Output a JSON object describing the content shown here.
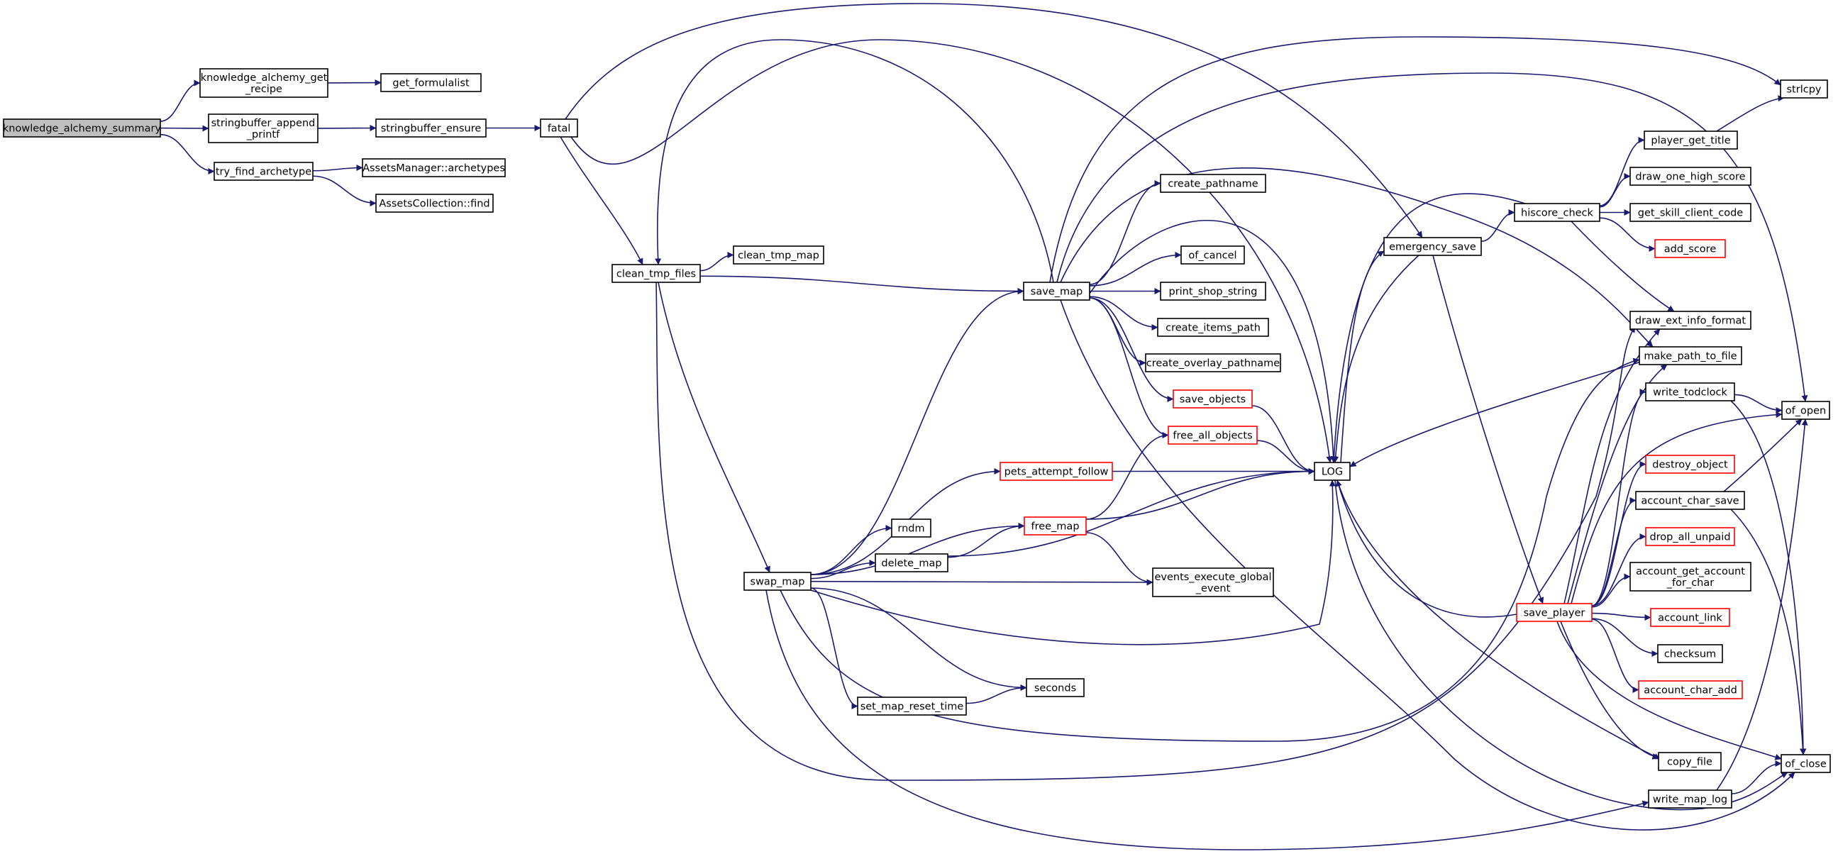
{
  "diagram": {
    "type": "call-graph",
    "colors": {
      "node_border": "#000000",
      "node_border_truncated": "#ff0000",
      "root_fill": "#bfbfbf",
      "edge": "#191970",
      "background": "#ffffff"
    },
    "nodes": [
      {
        "id": "knowledge_alchemy_summary",
        "lines": [
          "knowledge_alchemy_summary"
        ],
        "root": true
      },
      {
        "id": "knowledge_alchemy_get_recipe",
        "lines": [
          "knowledge_alchemy_get",
          "_recipe"
        ]
      },
      {
        "id": "get_formulalist",
        "lines": [
          "get_formulalist"
        ]
      },
      {
        "id": "stringbuffer_append_printf",
        "lines": [
          "stringbuffer_append",
          "_printf"
        ]
      },
      {
        "id": "stringbuffer_ensure",
        "lines": [
          "stringbuffer_ensure"
        ]
      },
      {
        "id": "fatal",
        "lines": [
          "fatal"
        ]
      },
      {
        "id": "try_find_archetype",
        "lines": [
          "try_find_archetype"
        ]
      },
      {
        "id": "AssetsManager::archetypes",
        "lines": [
          "AssetsManager::archetypes"
        ]
      },
      {
        "id": "AssetsCollection::find",
        "lines": [
          "AssetsCollection::find"
        ]
      },
      {
        "id": "clean_tmp_files",
        "lines": [
          "clean_tmp_files"
        ]
      },
      {
        "id": "clean_tmp_map",
        "lines": [
          "clean_tmp_map"
        ]
      },
      {
        "id": "swap_map",
        "lines": [
          "swap_map"
        ]
      },
      {
        "id": "save_map",
        "lines": [
          "save_map"
        ]
      },
      {
        "id": "create_pathname",
        "lines": [
          "create_pathname"
        ]
      },
      {
        "id": "of_cancel",
        "lines": [
          "of_cancel"
        ]
      },
      {
        "id": "print_shop_string",
        "lines": [
          "print_shop_string"
        ]
      },
      {
        "id": "create_items_path",
        "lines": [
          "create_items_path"
        ]
      },
      {
        "id": "create_overlay_pathname",
        "lines": [
          "create_overlay_pathname"
        ]
      },
      {
        "id": "save_objects",
        "lines": [
          "save_objects"
        ],
        "truncated": true
      },
      {
        "id": "free_all_objects",
        "lines": [
          "free_all_objects"
        ],
        "truncated": true
      },
      {
        "id": "pets_attempt_follow",
        "lines": [
          "pets_attempt_follow"
        ],
        "truncated": true
      },
      {
        "id": "rndm",
        "lines": [
          "rndm"
        ]
      },
      {
        "id": "free_map",
        "lines": [
          "free_map"
        ],
        "truncated": true
      },
      {
        "id": "delete_map",
        "lines": [
          "delete_map"
        ]
      },
      {
        "id": "events_execute_global_event",
        "lines": [
          "events_execute_global",
          "_event"
        ]
      },
      {
        "id": "seconds",
        "lines": [
          "seconds"
        ]
      },
      {
        "id": "set_map_reset_time",
        "lines": [
          "set_map_reset_time"
        ]
      },
      {
        "id": "LOG",
        "lines": [
          "LOG"
        ]
      },
      {
        "id": "emergency_save",
        "lines": [
          "emergency_save"
        ]
      },
      {
        "id": "hiscore_check",
        "lines": [
          "hiscore_check"
        ]
      },
      {
        "id": "save_player",
        "lines": [
          "save_player"
        ],
        "truncated": true
      },
      {
        "id": "strlcpy",
        "lines": [
          "strlcpy"
        ]
      },
      {
        "id": "player_get_title",
        "lines": [
          "player_get_title"
        ]
      },
      {
        "id": "draw_one_high_score",
        "lines": [
          "draw_one_high_score"
        ]
      },
      {
        "id": "get_skill_client_code",
        "lines": [
          "get_skill_client_code"
        ]
      },
      {
        "id": "add_score",
        "lines": [
          "add_score"
        ],
        "truncated": true
      },
      {
        "id": "draw_ext_info_format",
        "lines": [
          "draw_ext_info_format"
        ]
      },
      {
        "id": "make_path_to_file",
        "lines": [
          "make_path_to_file"
        ]
      },
      {
        "id": "write_todclock",
        "lines": [
          "write_todclock"
        ]
      },
      {
        "id": "of_open",
        "lines": [
          "of_open"
        ]
      },
      {
        "id": "destroy_object",
        "lines": [
          "destroy_object"
        ],
        "truncated": true
      },
      {
        "id": "account_char_save",
        "lines": [
          "account_char_save"
        ]
      },
      {
        "id": "drop_all_unpaid",
        "lines": [
          "drop_all_unpaid"
        ],
        "truncated": true
      },
      {
        "id": "account_get_account_for_char",
        "lines": [
          "account_get_account",
          "_for_char"
        ]
      },
      {
        "id": "account_link",
        "lines": [
          "account_link"
        ],
        "truncated": true
      },
      {
        "id": "checksum",
        "lines": [
          "checksum"
        ]
      },
      {
        "id": "account_char_add",
        "lines": [
          "account_char_add"
        ],
        "truncated": true
      },
      {
        "id": "copy_file",
        "lines": [
          "copy_file"
        ]
      },
      {
        "id": "of_close",
        "lines": [
          "of_close"
        ]
      },
      {
        "id": "write_map_log",
        "lines": [
          "write_map_log"
        ]
      }
    ],
    "edges": [
      [
        "knowledge_alchemy_summary",
        "knowledge_alchemy_get_recipe"
      ],
      [
        "knowledge_alchemy_summary",
        "stringbuffer_append_printf"
      ],
      [
        "knowledge_alchemy_summary",
        "try_find_archetype"
      ],
      [
        "knowledge_alchemy_get_recipe",
        "get_formulalist"
      ],
      [
        "stringbuffer_append_printf",
        "stringbuffer_ensure"
      ],
      [
        "stringbuffer_ensure",
        "fatal"
      ],
      [
        "try_find_archetype",
        "AssetsManager::archetypes"
      ],
      [
        "try_find_archetype",
        "AssetsCollection::find"
      ],
      [
        "fatal",
        "emergency_save"
      ],
      [
        "fatal",
        "clean_tmp_files"
      ],
      [
        "fatal",
        "LOG"
      ],
      [
        "clean_tmp_files",
        "clean_tmp_map"
      ],
      [
        "clean_tmp_files",
        "save_map"
      ],
      [
        "clean_tmp_files",
        "swap_map"
      ],
      [
        "clean_tmp_files",
        "draw_ext_info_format"
      ],
      [
        "swap_map",
        "save_map"
      ],
      [
        "swap_map",
        "pets_attempt_follow"
      ],
      [
        "swap_map",
        "free_map"
      ],
      [
        "swap_map",
        "rndm"
      ],
      [
        "swap_map",
        "delete_map"
      ],
      [
        "swap_map",
        "events_execute_global_event"
      ],
      [
        "swap_map",
        "LOG"
      ],
      [
        "swap_map",
        "seconds"
      ],
      [
        "swap_map",
        "set_map_reset_time"
      ],
      [
        "swap_map",
        "make_path_to_file"
      ],
      [
        "swap_map",
        "write_map_log"
      ],
      [
        "save_map",
        "create_pathname"
      ],
      [
        "save_map",
        "of_cancel"
      ],
      [
        "save_map",
        "print_shop_string"
      ],
      [
        "save_map",
        "create_items_path"
      ],
      [
        "save_map",
        "create_overlay_pathname"
      ],
      [
        "save_map",
        "save_objects"
      ],
      [
        "save_map",
        "free_all_objects"
      ],
      [
        "save_map",
        "LOG"
      ],
      [
        "save_map",
        "strlcpy"
      ],
      [
        "save_map",
        "of_open"
      ],
      [
        "save_map",
        "make_path_to_file"
      ],
      [
        "save_map",
        "of_close"
      ],
      [
        "save_map",
        "clean_tmp_files"
      ],
      [
        "save_objects",
        "LOG"
      ],
      [
        "free_all_objects",
        "LOG"
      ],
      [
        "pets_attempt_follow",
        "LOG"
      ],
      [
        "free_map",
        "free_all_objects"
      ],
      [
        "free_map",
        "LOG"
      ],
      [
        "free_map",
        "events_execute_global_event"
      ],
      [
        "delete_map",
        "free_map"
      ],
      [
        "delete_map",
        "LOG"
      ],
      [
        "set_map_reset_time",
        "seconds"
      ],
      [
        "LOG",
        "emergency_save"
      ],
      [
        "LOG",
        "copy_file"
      ],
      [
        "LOG",
        "of_close"
      ],
      [
        "emergency_save",
        "LOG"
      ],
      [
        "emergency_save",
        "hiscore_check"
      ],
      [
        "emergency_save",
        "save_player"
      ],
      [
        "hiscore_check",
        "LOG"
      ],
      [
        "hiscore_check",
        "player_get_title"
      ],
      [
        "hiscore_check",
        "draw_one_high_score"
      ],
      [
        "hiscore_check",
        "get_skill_client_code"
      ],
      [
        "hiscore_check",
        "add_score"
      ],
      [
        "hiscore_check",
        "draw_ext_info_format"
      ],
      [
        "player_get_title",
        "strlcpy"
      ],
      [
        "make_path_to_file",
        "LOG"
      ],
      [
        "save_player",
        "LOG"
      ],
      [
        "save_player",
        "draw_ext_info_format"
      ],
      [
        "save_player",
        "make_path_to_file"
      ],
      [
        "save_player",
        "write_todclock"
      ],
      [
        "save_player",
        "of_open"
      ],
      [
        "save_player",
        "destroy_object"
      ],
      [
        "save_player",
        "account_char_save"
      ],
      [
        "save_player",
        "drop_all_unpaid"
      ],
      [
        "save_player",
        "account_get_account_for_char"
      ],
      [
        "save_player",
        "account_link"
      ],
      [
        "save_player",
        "checksum"
      ],
      [
        "save_player",
        "account_char_add"
      ],
      [
        "save_player",
        "copy_file"
      ],
      [
        "save_player",
        "of_close"
      ],
      [
        "write_todclock",
        "of_open"
      ],
      [
        "write_todclock",
        "of_close"
      ],
      [
        "account_char_save",
        "of_open"
      ],
      [
        "account_char_save",
        "of_close"
      ],
      [
        "write_map_log",
        "of_open"
      ],
      [
        "write_map_log",
        "of_close"
      ]
    ]
  }
}
